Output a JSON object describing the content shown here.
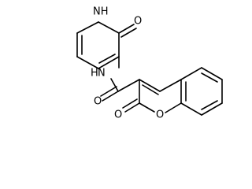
{
  "molecule": {
    "atoms": {
      "nh": "NH",
      "h": "H",
      "n": "N",
      "o_carbonyl_top": "O",
      "o_amide": "O",
      "o_lactone_exo": "O",
      "o_ring": "O"
    },
    "colors": {
      "bond": "#000000",
      "label": "#000000",
      "background": "#ffffff"
    }
  }
}
